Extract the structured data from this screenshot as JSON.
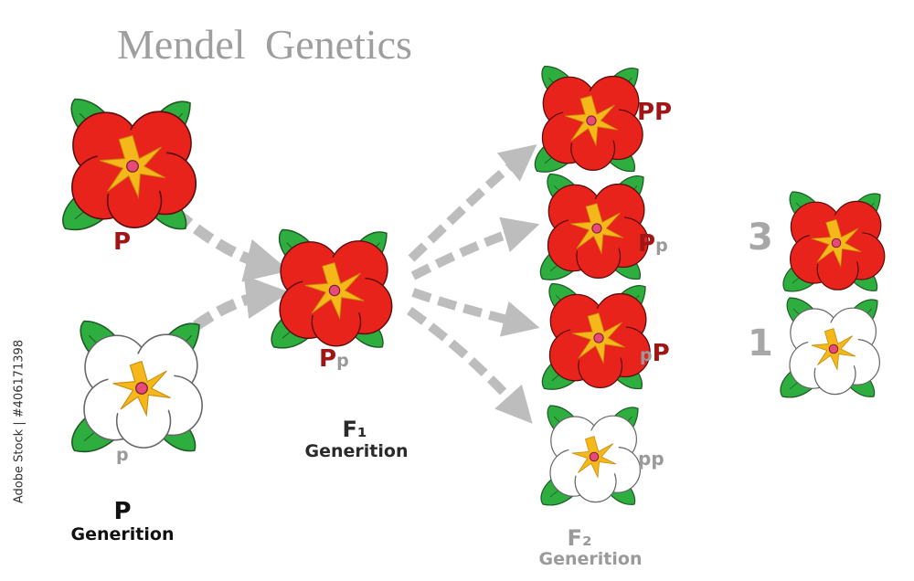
{
  "title": "Mendel  Genetics",
  "parents": {
    "dominant_label": "P",
    "recessive_label": "p",
    "generation_letter": "P",
    "generation_word": "Generition"
  },
  "f1": {
    "genotype_big": "P",
    "genotype_small": "p",
    "generation_title": "F₁",
    "generation_word": "Generition"
  },
  "f2": {
    "items": [
      {
        "genotype": "PP"
      },
      {
        "genotype_big": "P",
        "genotype_small": "p"
      },
      {
        "genotype_small": "p",
        "genotype_big": "P"
      },
      {
        "genotype": "pp"
      }
    ],
    "generation_title": "F₂",
    "generation_word": "Generition"
  },
  "ratio": {
    "red_count": "3",
    "white_count": "1"
  },
  "side_credit": "Adobe Stock | #406171398",
  "colors": {
    "red_petal": "#e8231c",
    "white_petal": "#ffffff",
    "leaf": "#2eae3f",
    "star": "#f4b81b",
    "center": "#e54a78",
    "arrow": "#bdbdbd",
    "label_red": "#a01515",
    "label_gray": "#9a9a9a"
  }
}
